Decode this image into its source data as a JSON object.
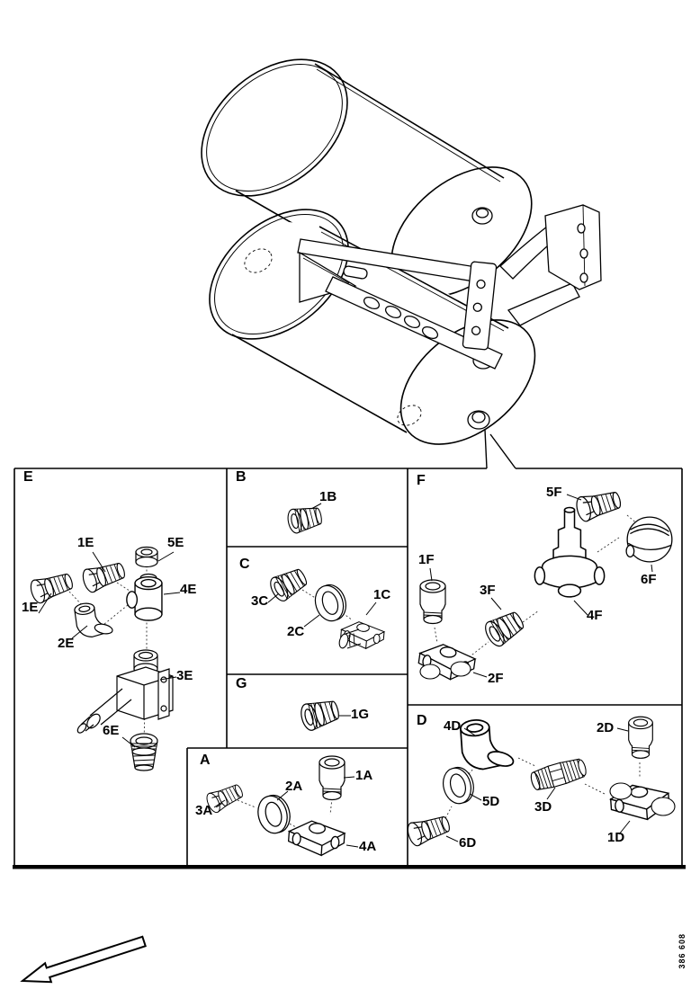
{
  "figure_number": "386 608",
  "colors": {
    "line": "#000000",
    "background": "#ffffff"
  },
  "panels": {
    "E": {
      "label": "E",
      "parts": [
        {
          "ref": "1E"
        },
        {
          "ref": "1E"
        },
        {
          "ref": "2E"
        },
        {
          "ref": "3E"
        },
        {
          "ref": "4E"
        },
        {
          "ref": "5E"
        },
        {
          "ref": "6E"
        }
      ]
    },
    "B": {
      "label": "B",
      "parts": [
        {
          "ref": "1B"
        }
      ]
    },
    "C": {
      "label": "C",
      "parts": [
        {
          "ref": "1C"
        },
        {
          "ref": "2C"
        },
        {
          "ref": "3C"
        }
      ]
    },
    "G": {
      "label": "G",
      "parts": [
        {
          "ref": "1G"
        }
      ]
    },
    "A": {
      "label": "A",
      "parts": [
        {
          "ref": "1A"
        },
        {
          "ref": "2A"
        },
        {
          "ref": "3A"
        },
        {
          "ref": "4A"
        }
      ]
    },
    "F": {
      "label": "F",
      "parts": [
        {
          "ref": "1F"
        },
        {
          "ref": "2F"
        },
        {
          "ref": "3F"
        },
        {
          "ref": "4F"
        },
        {
          "ref": "5F"
        },
        {
          "ref": "6F"
        }
      ]
    },
    "D": {
      "label": "D",
      "parts": [
        {
          "ref": "1D"
        },
        {
          "ref": "2D"
        },
        {
          "ref": "3D"
        },
        {
          "ref": "4D"
        },
        {
          "ref": "5D"
        },
        {
          "ref": "6D"
        }
      ]
    }
  }
}
